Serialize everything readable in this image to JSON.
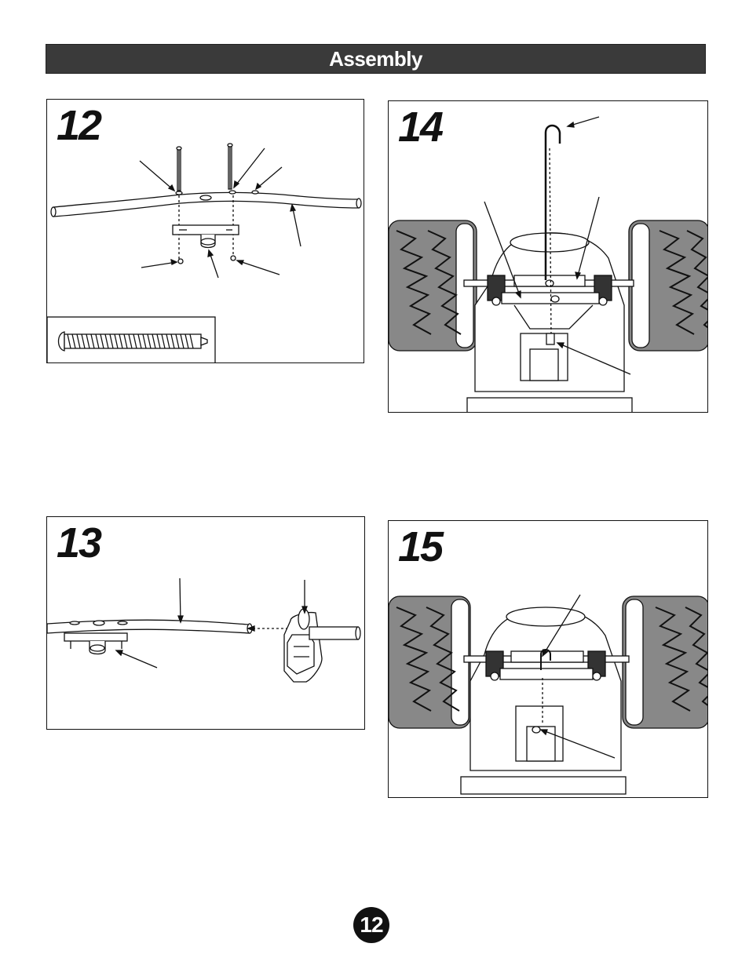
{
  "header": {
    "title": "Assembly"
  },
  "steps": [
    {
      "number": "12"
    },
    {
      "number": "13"
    },
    {
      "number": "14"
    },
    {
      "number": "15"
    }
  ],
  "page": {
    "number": "12"
  }
}
